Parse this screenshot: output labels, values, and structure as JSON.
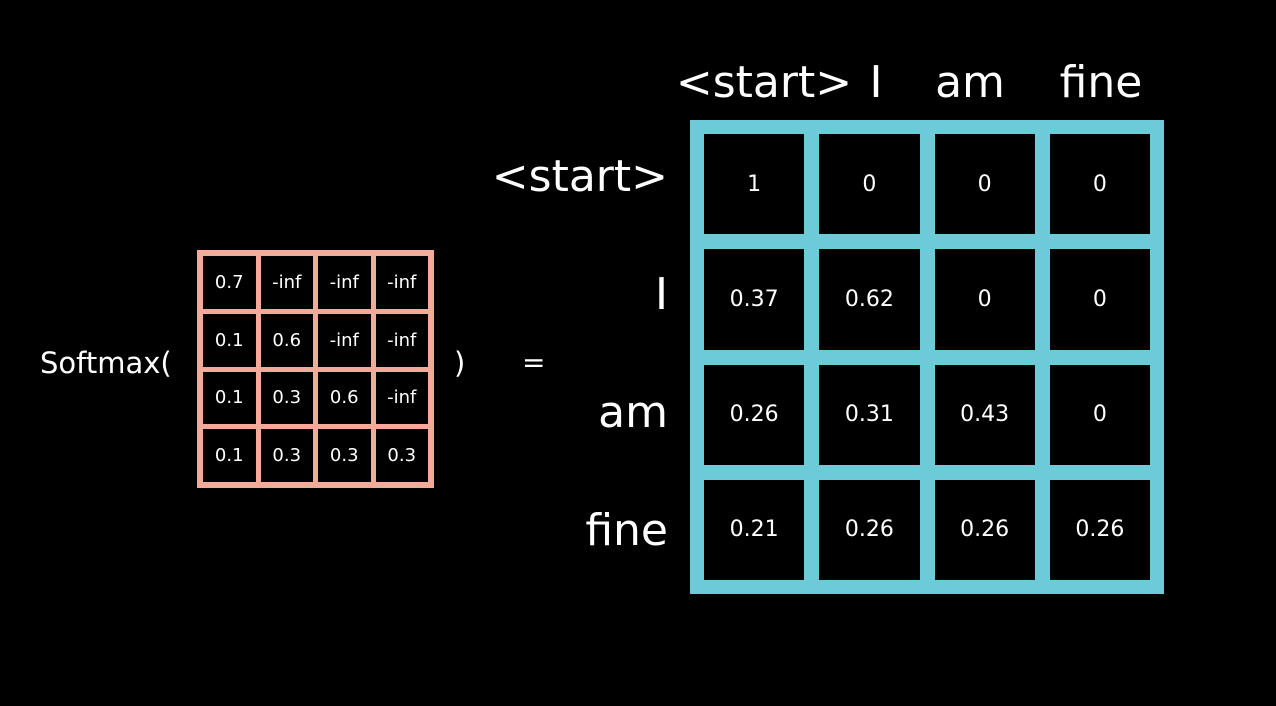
{
  "equation": {
    "function_label": "Softmax(",
    "close_paren": ")",
    "equals": "="
  },
  "input_matrix": {
    "border_color": "#f4aa98",
    "rows": [
      [
        "0.7",
        "-inf",
        "-inf",
        "-inf"
      ],
      [
        "0.1",
        "0.6",
        "-inf",
        "-inf"
      ],
      [
        "0.1",
        "0.3",
        "0.6",
        "-inf"
      ],
      [
        "0.1",
        "0.3",
        "0.3",
        "0.3"
      ]
    ]
  },
  "output_matrix": {
    "border_color": "#6ccbd6",
    "col_labels": [
      "<start>",
      "I",
      "am",
      "fine"
    ],
    "row_labels": [
      "<start>",
      "I",
      "am",
      "fine"
    ],
    "rows": [
      [
        "1",
        "0",
        "0",
        "0"
      ],
      [
        "0.37",
        "0.62",
        "0",
        "0"
      ],
      [
        "0.26",
        "0.31",
        "0.43",
        "0"
      ],
      [
        "0.21",
        "0.26",
        "0.26",
        "0.26"
      ]
    ]
  }
}
